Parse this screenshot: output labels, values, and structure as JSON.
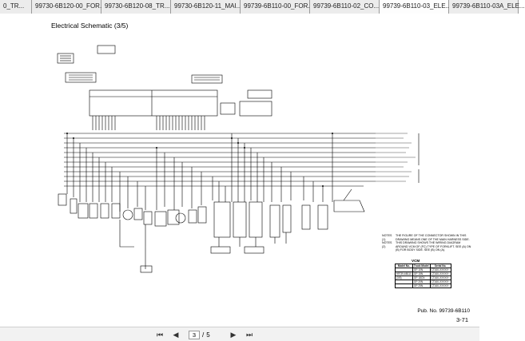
{
  "tabs": [
    {
      "label": "0_TR..."
    },
    {
      "label": "99730-6B120-00_FOR..."
    },
    {
      "label": "99730-6B120-08_TR..."
    },
    {
      "label": "99730-6B120-11_MAI..."
    },
    {
      "label": "99739-6B110-00_FOR..."
    },
    {
      "label": "99739-6B110-02_CO..."
    },
    {
      "label": "99739-6B110-03_ELE..."
    },
    {
      "label": "99739-6B110-03A_ELE..."
    }
  ],
  "page": {
    "title": "Electrical Schematic (3/5)",
    "notes": [
      {
        "label": "NOTES (1)",
        "text": "THE FIGURE OF THE CONNECTOR SHOWN IN THIS DRAWING MEANS ONE OF THE MAIN HARNESS SIDE."
      },
      {
        "label": "NOTES (2)",
        "text": "THIS DRAWING SHOWS THE WIRING DIAGRAM AROUND VCM OF (FC) TYPE OF FORKLIFT. SEE (A) ON (B) FOR BODY SIDE. SEE (B) ON (A)."
      }
    ],
    "vcm_title": "VCM",
    "vcm_headers": [
      "Model No.",
      "Truck Model",
      "Serial No."
    ],
    "vcm_rows": [
      [
        "",
        "GP 10N",
        "CT160-XXXXX~"
      ],
      [
        "99739-6B110",
        "GP 15N",
        "CT160-XXXXX~"
      ],
      [
        "(3/5)",
        "GP 18CN",
        "CT160-XXXXX~"
      ],
      [
        "",
        "GP 20N",
        "CT160-XXXXX~"
      ],
      [
        "",
        "GP 25N",
        "CT160-XXXXX~"
      ]
    ],
    "pub_no": "Pub. No. 99739-6B110",
    "page_number": "3-71"
  },
  "toolbar": {
    "current_page": "3",
    "separator": "/",
    "total_pages": "5"
  }
}
